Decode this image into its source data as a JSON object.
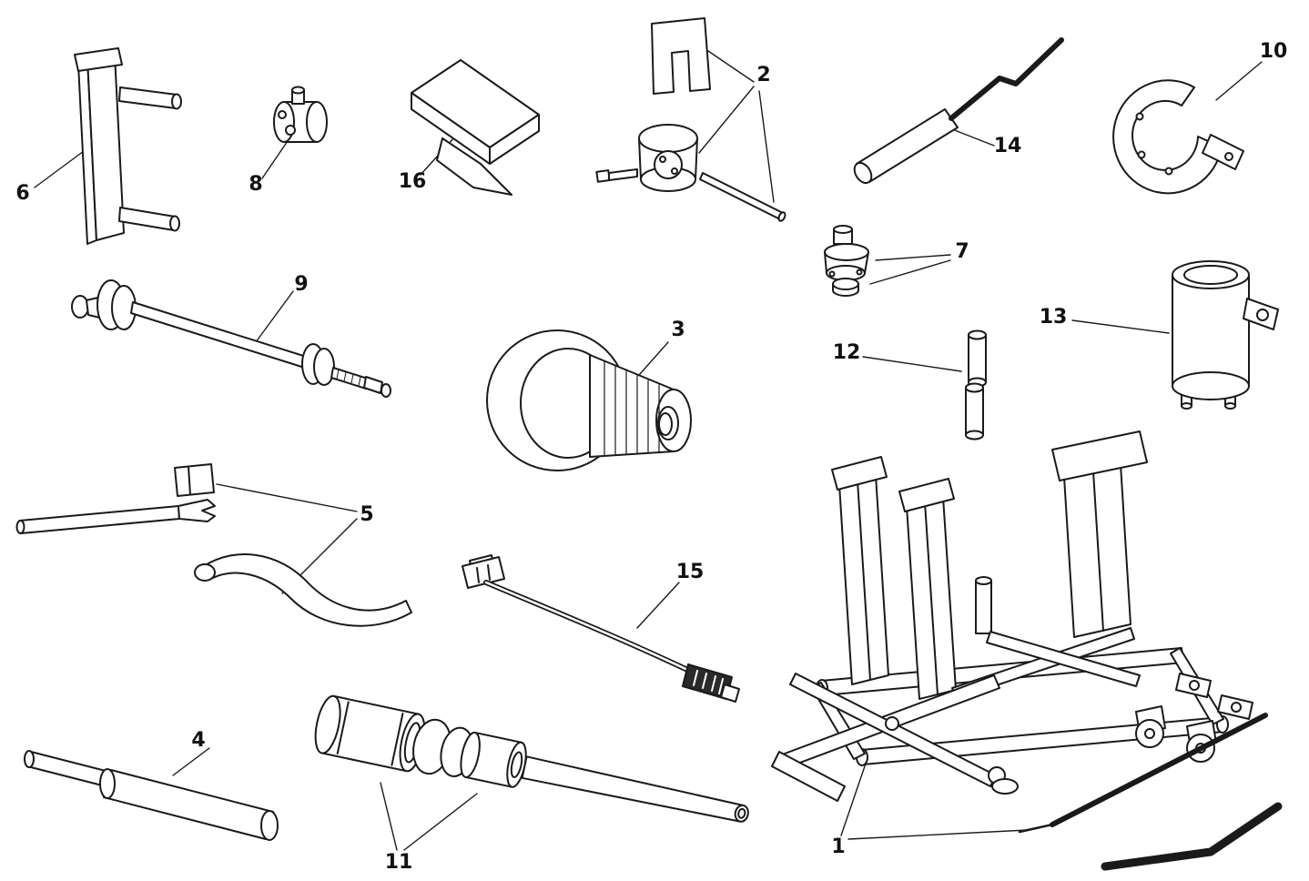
{
  "diagram": {
    "kind": "workshop-service-tools-parts-diagram",
    "background_color": "#ffffff",
    "line_color": "#1a1a1a",
    "label_color": "#111111",
    "parts": {
      "p1": {
        "label": "1"
      },
      "p2": {
        "label": "2"
      },
      "p3": {
        "label": "3"
      },
      "p4": {
        "label": "4"
      },
      "p5": {
        "label": "5"
      },
      "p6": {
        "label": "6"
      },
      "p7": {
        "label": "7"
      },
      "p8": {
        "label": "8"
      },
      "p9": {
        "label": "9"
      },
      "p10": {
        "label": "10"
      },
      "p11": {
        "label": "11"
      },
      "p12": {
        "label": "12"
      },
      "p13": {
        "label": "13"
      },
      "p14": {
        "label": "14"
      },
      "p15": {
        "label": "15"
      },
      "p16": {
        "label": "16"
      }
    }
  }
}
